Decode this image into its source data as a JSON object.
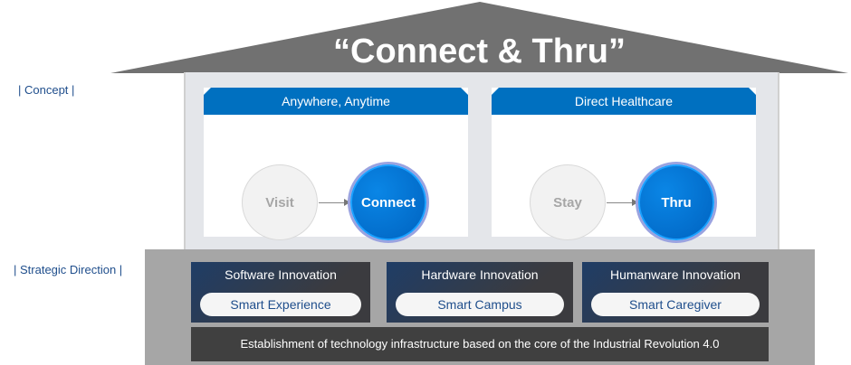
{
  "title": "“Connect & Thru”",
  "labels": {
    "concept": "| Concept |",
    "strategic": "| Strategic Direction |"
  },
  "cards": [
    {
      "header": "Anywhere, Anytime",
      "from": "Visit",
      "to": "Connect"
    },
    {
      "header": "Direct Healthcare",
      "from": "Stay",
      "to": "Thru"
    }
  ],
  "pillars": [
    {
      "title": "Software Innovation",
      "pill": "Smart Experience"
    },
    {
      "title": "Hardware Innovation",
      "pill": "Smart Campus"
    },
    {
      "title": "Humanware Innovation",
      "pill": "Smart Caregiver"
    }
  ],
  "foundation": "Establishment of technology infrastructure based on the core of the Industrial Revolution 4.0",
  "colors": {
    "accent": "#0070c0",
    "roof": "#717171",
    "base": "#a6a6a6"
  }
}
